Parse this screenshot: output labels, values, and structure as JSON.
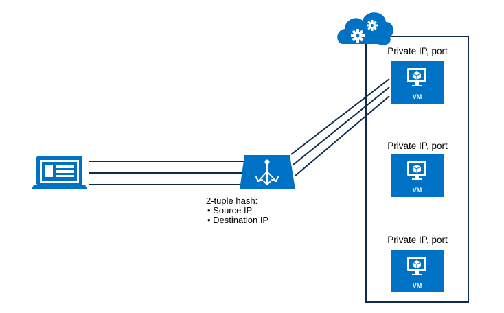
{
  "colors": {
    "azure_blue": "#0072C6",
    "line_navy": "#0F2B4C",
    "white": "#FFFFFF"
  },
  "client": {
    "icon": "laptop-icon"
  },
  "load_balancer": {
    "icon": "load-balancer-icon",
    "hash_label": "2-tuple hash:",
    "bullets": [
      "Source IP",
      "Destination IP"
    ]
  },
  "cloud": {
    "icon": "cloud-gear-icon"
  },
  "vms": [
    {
      "title": "Private IP, port",
      "badge": "VM"
    },
    {
      "title": "Private IP, port",
      "badge": "VM"
    },
    {
      "title": "Private IP, port",
      "badge": "VM"
    }
  ]
}
